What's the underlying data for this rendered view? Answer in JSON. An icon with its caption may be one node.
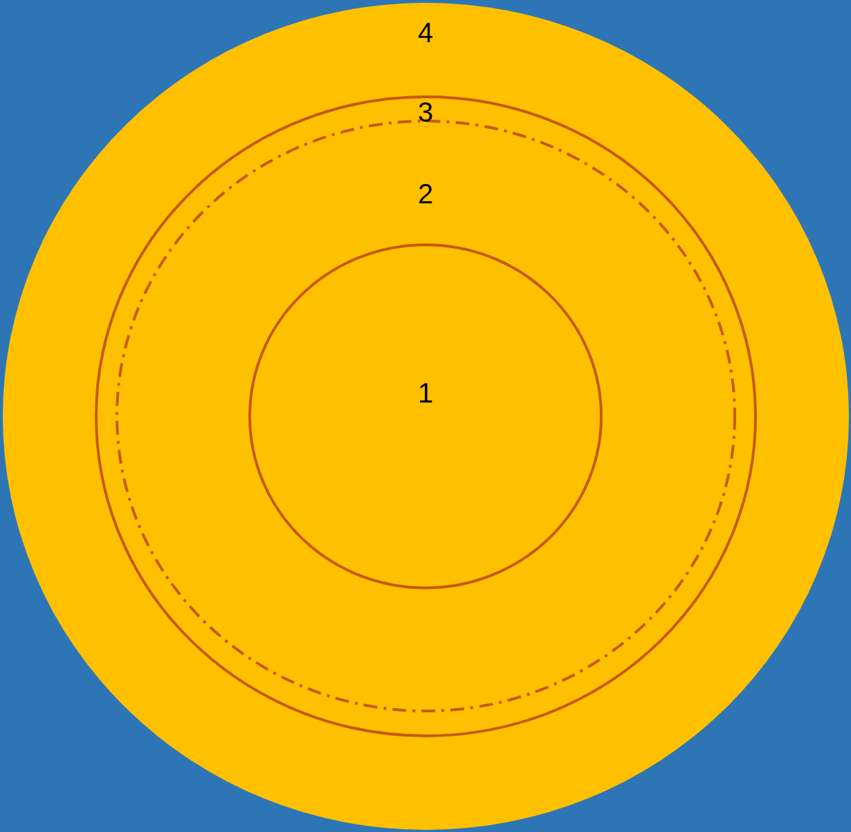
{
  "diagram": {
    "nodes": [
      {
        "text": [
          "4"
        ]
      },
      {
        "text": [
          "3"
        ],
        "in": 0
      },
      {
        "text": [
          "2"
        ],
        "in": 1
      },
      {
        "text": [
          "1"
        ],
        "in": 2
      }
    ]
  }
}
